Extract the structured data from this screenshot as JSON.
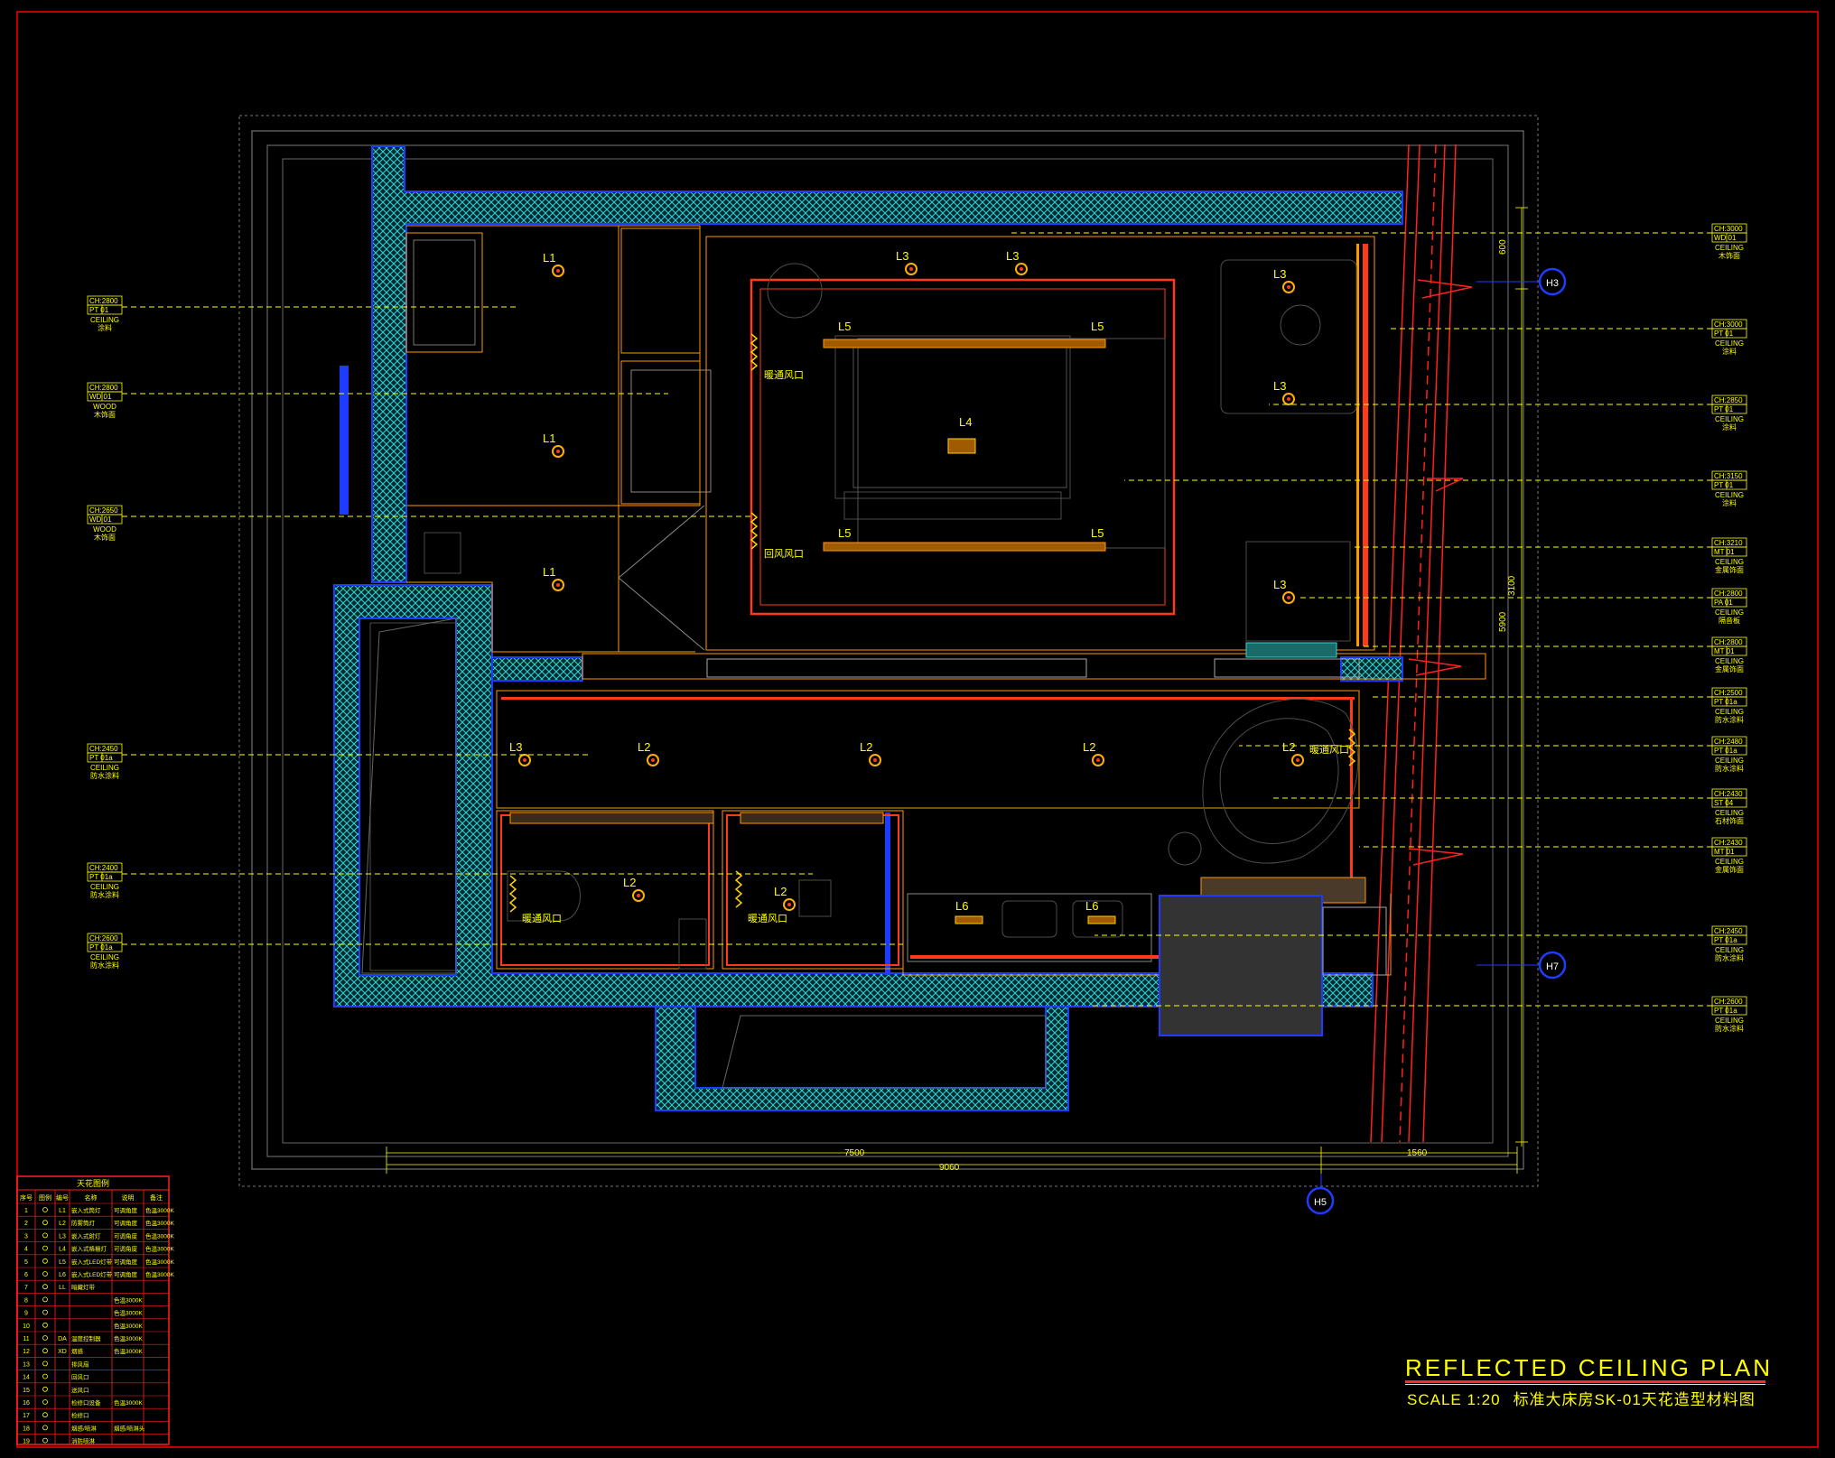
{
  "title": "REFLECTED CEILING PLAN",
  "scale": "SCALE 1:20",
  "subtitle": "标准大床房SK-01天花造型材料图",
  "colors": {
    "background": "#000000",
    "frame": "#c00000",
    "wall_hatch": "#2fd6d6",
    "wall_outline": "#1e3cff",
    "ceiling_edge": "#ff3a1a",
    "line_orange": "#ff9900",
    "leader": "#ffff00",
    "text": "#ffff00",
    "furniture": "#555555"
  },
  "light_labels": [
    "L1",
    "L1",
    "L1",
    "L3",
    "L3",
    "L3",
    "L3",
    "L3",
    "L5",
    "L5",
    "L5",
    "L5",
    "L4",
    "L2",
    "L2",
    "L2",
    "L2",
    "L2",
    "L2",
    "L3",
    "L6",
    "L6"
  ],
  "annotations": [
    "暖通风口",
    "回风风口",
    "暖通风口",
    "暖通风口",
    "暖通风口"
  ],
  "section_markers": [
    "H3",
    "H7",
    "H5"
  ],
  "dimensions": [
    "7500",
    "1560",
    "9060",
    "600",
    "3100",
    "5900"
  ],
  "left_callouts": [
    {
      "ch": "CH:2800",
      "code": "PT 01",
      "mat1": "CEILING",
      "mat2": "涂料"
    },
    {
      "ch": "CH:2800",
      "code": "WD 01",
      "mat1": "WOOD",
      "mat2": "木饰面"
    },
    {
      "ch": "CH:2650",
      "code": "WD 01",
      "mat1": "WOOD",
      "mat2": "木饰面"
    },
    {
      "ch": "CH:2450",
      "code": "PT 01a",
      "mat1": "CEILING",
      "mat2": "防水涂料"
    },
    {
      "ch": "CH:2400",
      "code": "PT 01a",
      "mat1": "CEILING",
      "mat2": "防水涂料"
    },
    {
      "ch": "CH:2600",
      "code": "PT 01a",
      "mat1": "CEILING",
      "mat2": "防水涂料"
    }
  ],
  "right_callouts": [
    {
      "ch": "CH:3000",
      "code": "WD 01",
      "mat1": "CEILING",
      "mat2": "木饰面"
    },
    {
      "ch": "CH:3000",
      "code": "PT 01",
      "mat1": "CEILING",
      "mat2": "涂料"
    },
    {
      "ch": "CH:2850",
      "code": "PT 01",
      "mat1": "CEILING",
      "mat2": "涂料"
    },
    {
      "ch": "CH:3150",
      "code": "PT 01",
      "mat1": "CEILING",
      "mat2": "涂料"
    },
    {
      "ch": "CH:3210",
      "code": "MT 01",
      "mat1": "CEILING",
      "mat2": "金属饰面"
    },
    {
      "ch": "CH:2800",
      "code": "PA 01",
      "mat1": "CEILING",
      "mat2": "隔音板"
    },
    {
      "ch": "CH:2800",
      "code": "MT 01",
      "mat1": "CEILING",
      "mat2": "金属饰面"
    },
    {
      "ch": "CH:2500",
      "code": "PT 01a",
      "mat1": "CEILING",
      "mat2": "防水涂料"
    },
    {
      "ch": "CH:2480",
      "code": "PT 01a",
      "mat1": "CEILING",
      "mat2": "防水涂料"
    },
    {
      "ch": "CH:2430",
      "code": "ST 04",
      "mat1": "CEILING",
      "mat2": "石材饰面"
    },
    {
      "ch": "CH:2430",
      "code": "MT 01",
      "mat1": "CEILING",
      "mat2": "金属饰面"
    },
    {
      "ch": "CH:2450",
      "code": "PT 01a",
      "mat1": "CEILING",
      "mat2": "防水涂料"
    },
    {
      "ch": "CH:2600",
      "code": "PT 01a",
      "mat1": "CEILING",
      "mat2": "防水涂料"
    }
  ],
  "legend": {
    "title": "天花图例",
    "headers": [
      "序号",
      "图例",
      "编号",
      "名称",
      "说明",
      "备注"
    ],
    "rows": [
      [
        "1",
        "L1",
        "嵌入式筒灯",
        "可调角度",
        "色温3000K"
      ],
      [
        "2",
        "L2",
        "防雾筒灯",
        "可调角度",
        "色温3000K"
      ],
      [
        "3",
        "L3",
        "嵌入式射灯",
        "可调角度",
        "色温3000K"
      ],
      [
        "4",
        "L4",
        "嵌入式格栅灯",
        "可调角度",
        "色温3000K"
      ],
      [
        "5",
        "L5",
        "嵌入式LED灯带",
        "可调角度",
        "色温3000K"
      ],
      [
        "6",
        "L6",
        "嵌入式LED灯带",
        "可调角度",
        "色温3000K"
      ],
      [
        "7",
        "LL",
        "暗藏灯带",
        "",
        ""
      ],
      [
        "8",
        "",
        "",
        "色温3000K",
        ""
      ],
      [
        "9",
        "",
        "",
        "色温3000K",
        ""
      ],
      [
        "10",
        "",
        "",
        "色温3000K",
        ""
      ],
      [
        "11",
        "DA",
        "温度控制器",
        "色温3000K",
        ""
      ],
      [
        "12",
        "XD",
        "烟感",
        "色温3000K",
        ""
      ],
      [
        "13",
        "",
        "排风扇",
        "",
        ""
      ],
      [
        "14",
        "",
        "回风口",
        "",
        ""
      ],
      [
        "15",
        "",
        "送风口",
        "",
        ""
      ],
      [
        "16",
        "",
        "检修口设备",
        "色温3000K",
        ""
      ],
      [
        "17",
        "",
        "检修口",
        "",
        ""
      ],
      [
        "18",
        "",
        "烟感/喷淋",
        "烟感/喷淋头",
        ""
      ],
      [
        "19",
        "",
        "消防喷淋",
        "",
        ""
      ]
    ]
  }
}
